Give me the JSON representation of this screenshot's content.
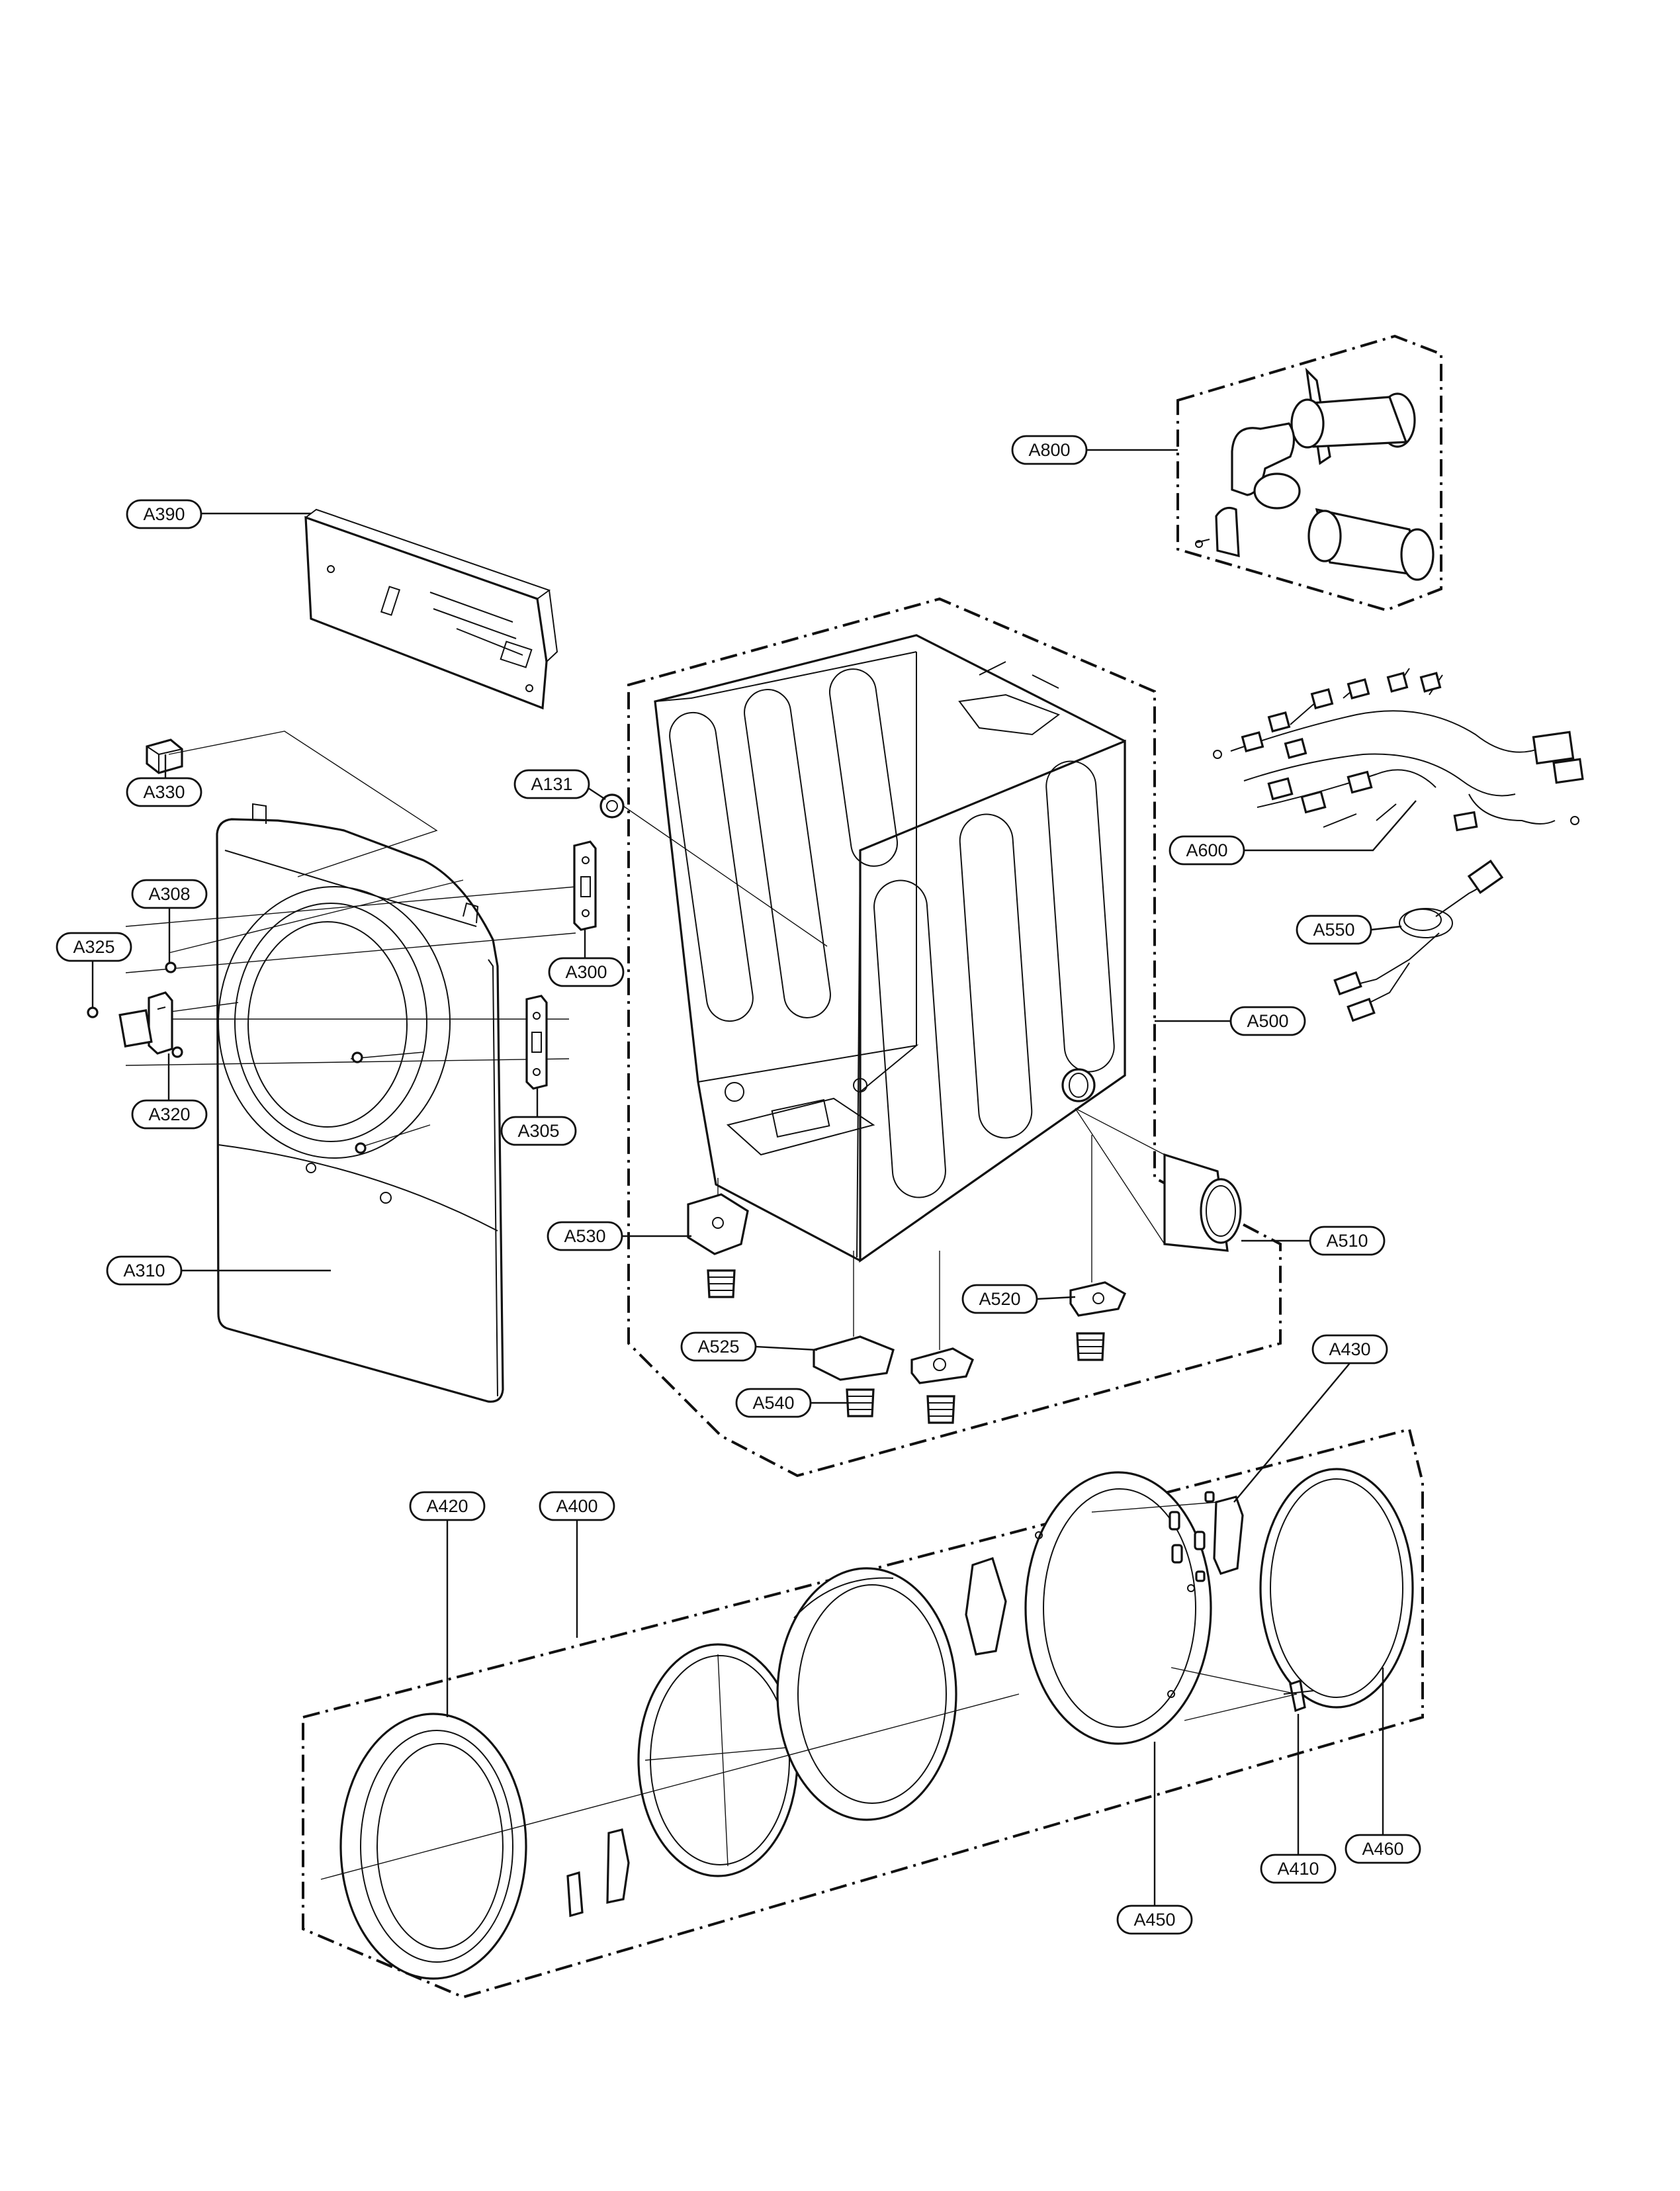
{
  "callouts": [
    {
      "id": "a390",
      "label": "A390"
    },
    {
      "id": "a330",
      "label": "A330"
    },
    {
      "id": "a308",
      "label": "A308"
    },
    {
      "id": "a325",
      "label": "A325"
    },
    {
      "id": "a320",
      "label": "A320"
    },
    {
      "id": "a310",
      "label": "A310"
    },
    {
      "id": "a300",
      "label": "A300"
    },
    {
      "id": "a305",
      "label": "A305"
    },
    {
      "id": "a131",
      "label": "A131"
    },
    {
      "id": "a800",
      "label": "A800"
    },
    {
      "id": "a600",
      "label": "A600"
    },
    {
      "id": "a550",
      "label": "A550"
    },
    {
      "id": "a500",
      "label": "A500"
    },
    {
      "id": "a510",
      "label": "A510"
    },
    {
      "id": "a530",
      "label": "A530"
    },
    {
      "id": "a520",
      "label": "A520"
    },
    {
      "id": "a525",
      "label": "A525"
    },
    {
      "id": "a540",
      "label": "A540"
    },
    {
      "id": "a430",
      "label": "A430"
    },
    {
      "id": "a420",
      "label": "A420"
    },
    {
      "id": "a400",
      "label": "A400"
    },
    {
      "id": "a410",
      "label": "A410"
    },
    {
      "id": "a460",
      "label": "A460"
    },
    {
      "id": "a450",
      "label": "A450"
    }
  ]
}
